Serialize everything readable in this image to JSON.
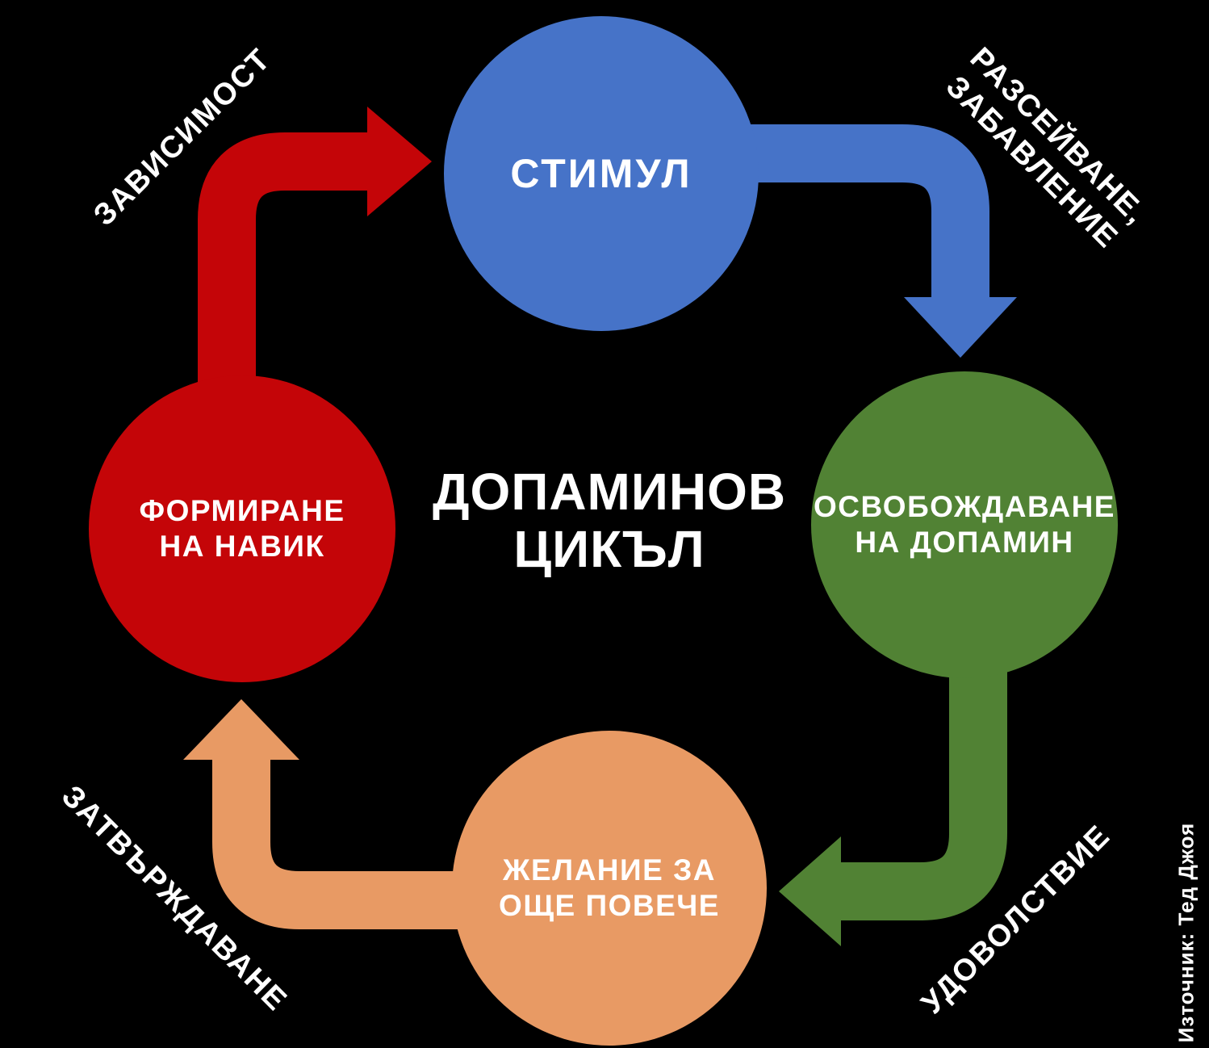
{
  "title": {
    "line1": "ДОПАМИНОВ",
    "line2": "ЦИКЪЛ"
  },
  "colors": {
    "background": "#000000",
    "text": "#FFFFFF",
    "blue": "#4673C8",
    "green": "#518234",
    "orange": "#E89A64",
    "red": "#C40508"
  },
  "nodes": [
    {
      "id": "stimulus",
      "lines": [
        "СТИМУЛ"
      ],
      "color": "#4673C8"
    },
    {
      "id": "dopamine-release",
      "lines": [
        "ОСВОБОЖДАВАНЕ",
        "НА ДОПАМИН"
      ],
      "color": "#518234"
    },
    {
      "id": "desire-for-more",
      "lines": [
        "ЖЕЛАНИЕ ЗА",
        "ОЩЕ ПОВЕЧЕ"
      ],
      "color": "#E89A64"
    },
    {
      "id": "habit-formation",
      "lines": [
        "ФОРМИРАНЕ",
        "НА НАВИК"
      ],
      "color": "#C40508"
    }
  ],
  "edge_labels": [
    {
      "id": "addiction",
      "lines": [
        "ЗАВИСИМОСТ"
      ]
    },
    {
      "id": "distraction-entertainment",
      "lines": [
        "РАЗСЕЙВАНЕ,",
        "ЗАБАВЛЕНИЕ"
      ]
    },
    {
      "id": "pleasure",
      "lines": [
        "УДОВОЛСТВИЕ"
      ]
    },
    {
      "id": "reinforcement",
      "lines": [
        "ЗАТВЪРЖДАВАНЕ"
      ]
    }
  ],
  "attribution": "Източник: Тед Джоя"
}
